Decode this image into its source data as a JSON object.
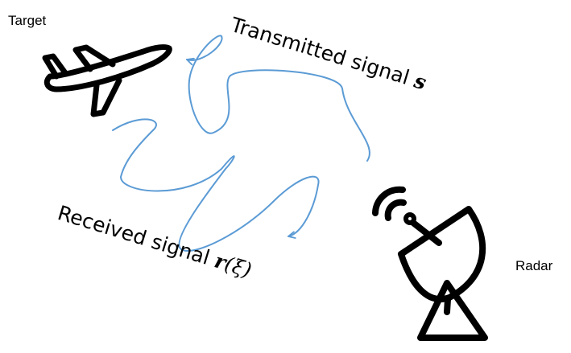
{
  "labels": {
    "target": "Target",
    "radar": "Radar",
    "transmitted_text": "Transmitted signal ",
    "transmitted_symbol": "s",
    "received_text": "Received signal ",
    "received_symbol": "r",
    "received_arg_open": "(",
    "received_arg": "ξ",
    "received_arg_close": ")"
  },
  "icons": {
    "target": "airplane-icon",
    "radar": "radar-dish-icon"
  },
  "colors": {
    "signal": "#5b9bd5",
    "ink": "#000000",
    "background": "#ffffff"
  }
}
